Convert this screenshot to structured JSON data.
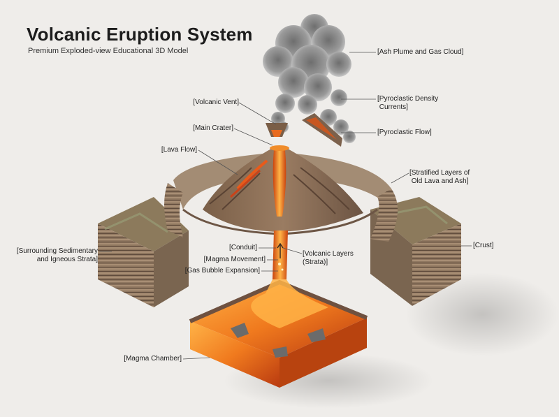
{
  "header": {
    "title": "Volcanic Eruption System",
    "subtitle": "Premium Exploded-view Educational 3D Model"
  },
  "labels": {
    "ash_plume": "[Ash Plume and Gas Cloud]",
    "pyroclastic_density": "[Pyroclastic Density\n Currents]",
    "pyroclastic_flow": "[Pyroclastic Flow]",
    "volcanic_vent": "[Volcanic Vent]",
    "main_crater": "[Main Crater]",
    "lava_flow": "[Lava Flow]",
    "stratified_layers": "[Stratified Layers of\n Old Lava and Ash]",
    "surrounding_strata": "[Surrounding Sedimentary\n and Igneous Strata]",
    "conduit": "[Conduit]",
    "magma_movement": "[Magma Movement]",
    "gas_bubble": "[Gas Bubble Expansion]",
    "volcanic_layers": "[Volcanic Layers\n(Strata)]",
    "crust": "[Crust]",
    "magma_chamber": "[Magma Chamber]"
  },
  "colors": {
    "background": "#efedea",
    "magma": "#f07a1e",
    "rock": "#8a7560",
    "smoke": "#8e8e8e"
  }
}
